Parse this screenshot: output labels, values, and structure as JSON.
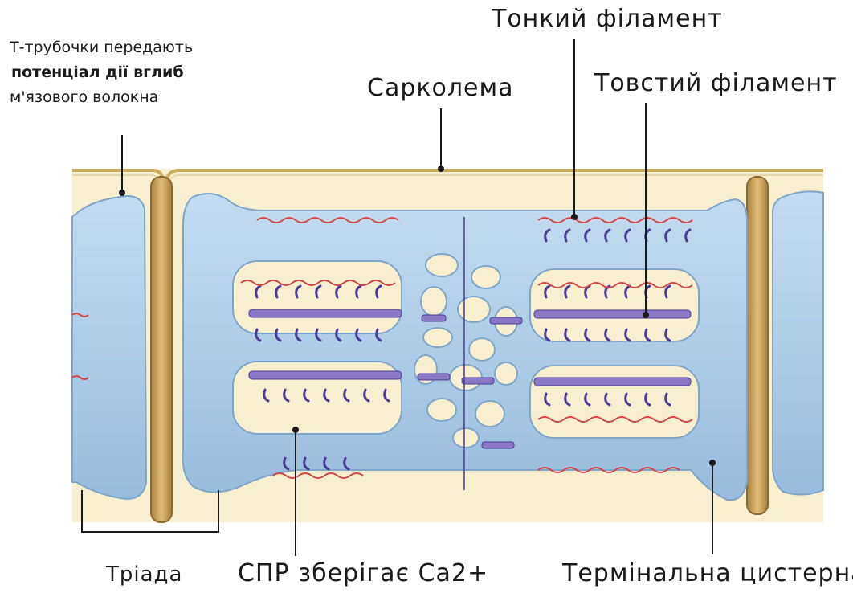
{
  "labels": {
    "t_tubules_line1": "Т-трубочки передають",
    "t_tubules_line2": "потенціал дії вглиб",
    "t_tubules_line3": "м'язового волокна",
    "sarcolemma": "Сарколема",
    "thin_filament": "Тонкий філамент",
    "thick_filament": "Товстий філамент",
    "triad": "Тріада",
    "sr_stores_ca": "СПР зберігає Ca2+",
    "terminal_cisterna": "Термінальна цистерна"
  },
  "colors": {
    "background": "#ffffff",
    "cytoplasm": "#f7efcf",
    "sarcolemma_line": "#c9ad5c",
    "t_tubule": "#c9a05a",
    "sarcoplasmic_reticulum": "#a9c9e6",
    "sr_edge": "#7fa6c9",
    "thick_filament": "#8a78c4",
    "myosin_head": "#4b3b9a",
    "thin_filament": "#d64545",
    "leader_line": "#1a1a1a"
  }
}
